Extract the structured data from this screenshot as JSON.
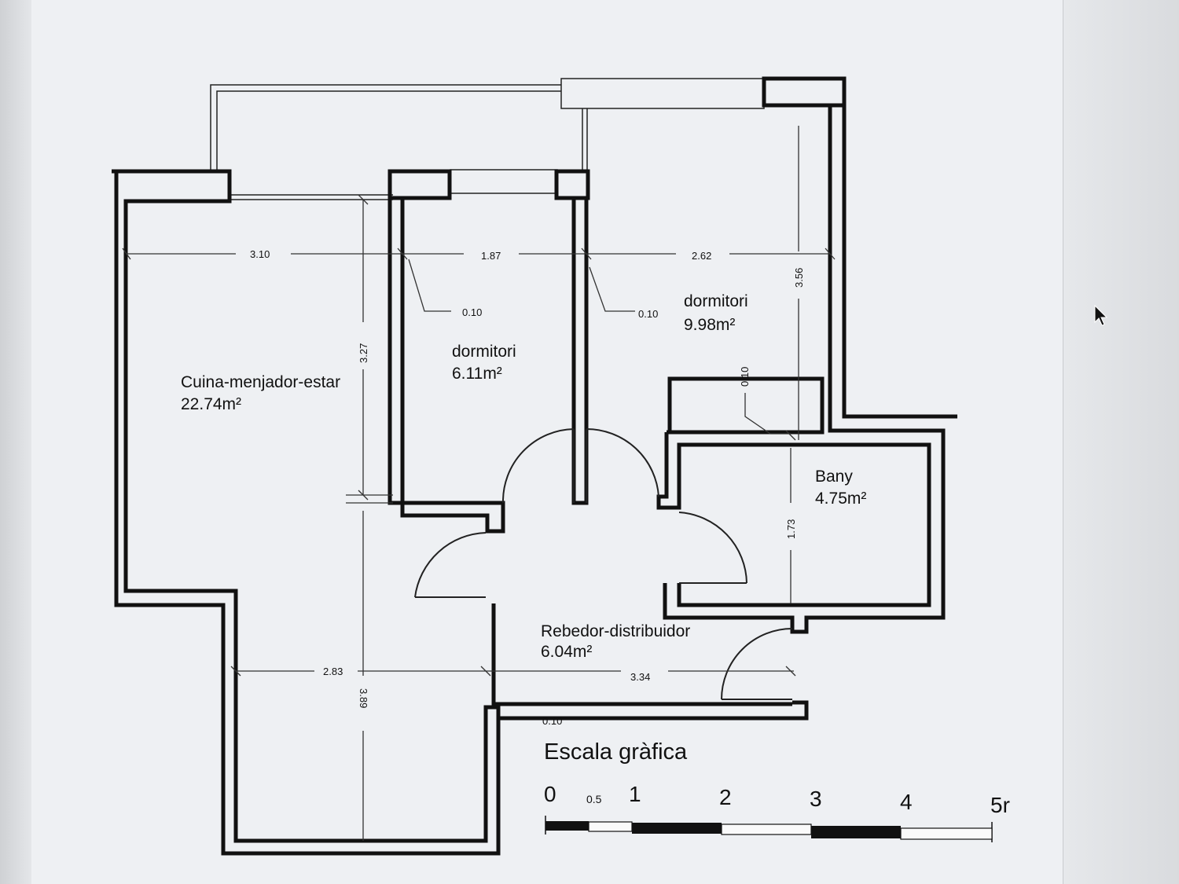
{
  "rooms": [
    {
      "name": "Cuina-menjador-estar",
      "area": "22.74m²"
    },
    {
      "name": "dormitori",
      "area": "6.11m²"
    },
    {
      "name": "dormitori",
      "area": "9.98m²"
    },
    {
      "name": "Bany",
      "area": "4.75m²"
    },
    {
      "name": "Rebedor-distribuidor",
      "area": "6.04m²"
    }
  ],
  "dimensions": {
    "kitchen_width": "3.10",
    "bedroom1_width": "1.87",
    "bedroom2_width": "2.62",
    "bedroom2_height": "3.56",
    "kitchen_upper_height": "3.27",
    "kitchen_lower_height": "3.89",
    "kitchen_lower_width": "2.83",
    "hall_width": "3.34",
    "bath_height": "1.73",
    "wall_a": "0.10",
    "wall_b": "0.10",
    "wall_c": "0.10",
    "wall_d": "0.10"
  },
  "scale": {
    "title": "Escala gràfica",
    "ticks": [
      "0",
      "0.5",
      "1",
      "2",
      "3",
      "4",
      "5r"
    ]
  }
}
